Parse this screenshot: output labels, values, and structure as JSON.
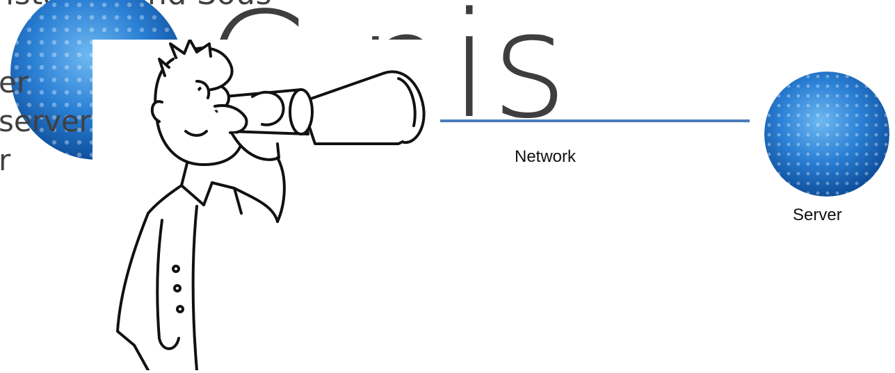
{
  "slide": {
    "top_text": "istance and Sous",
    "title": "C    nis",
    "bullets": [
      "er",
      "server",
      "r"
    ]
  },
  "diagram": {
    "network_label": "Network",
    "server_label": "Server",
    "line_color": "#4a7ebb",
    "sphere_color": "#2a7fd4"
  },
  "illustration": {
    "description_icon": "man-with-telescope-icon"
  }
}
